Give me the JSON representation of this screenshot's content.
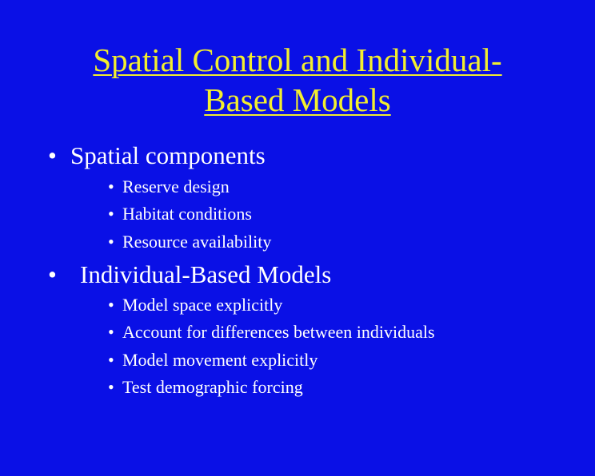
{
  "slide": {
    "background_color": "#0a10e6",
    "title_color": "#f2ee2e",
    "text_color": "#ffffff",
    "title": {
      "line1": "Spatial Control and Individual-",
      "line2": "Based Models"
    },
    "bullet_char": "•",
    "sections": [
      {
        "heading": "Spatial components",
        "items": [
          "Reserve design",
          "Habitat conditions",
          "Resource availability"
        ]
      },
      {
        "heading": "Individual-Based Models",
        "items": [
          "Model space explicitly",
          "Account for differences between individuals",
          "Model movement explicitly",
          "Test demographic forcing"
        ]
      }
    ]
  }
}
